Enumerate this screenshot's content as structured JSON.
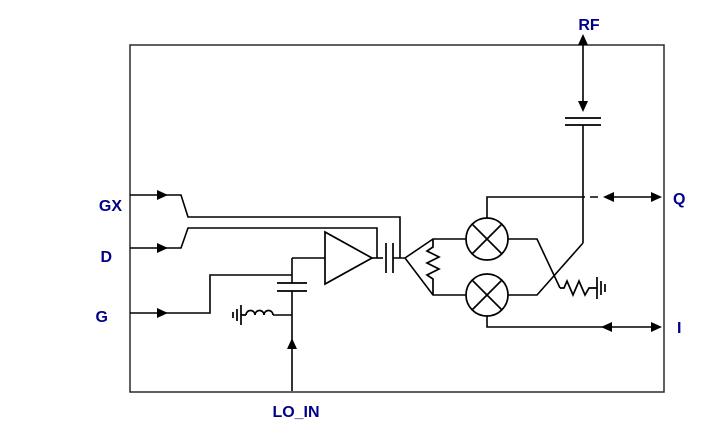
{
  "diagram": {
    "type": "rf-iq-mixer-circuit-schematic",
    "ports": {
      "rf": "RF",
      "gx": "GX",
      "d": "D",
      "g": "G",
      "q": "Q",
      "i": "I",
      "lo_in": "LO_IN"
    },
    "colors": {
      "label": "#00008B",
      "line": "#000000",
      "background": "#FFFFFF"
    },
    "icons": {
      "mixer": "circle-with-x",
      "amplifier": "right-pointing-triangle",
      "capacitor": "parallel-plates",
      "resistor": "zigzag",
      "inductor": "coil",
      "ground": "shrinking-bars",
      "port_arrow": "double-headed-arrow"
    }
  }
}
